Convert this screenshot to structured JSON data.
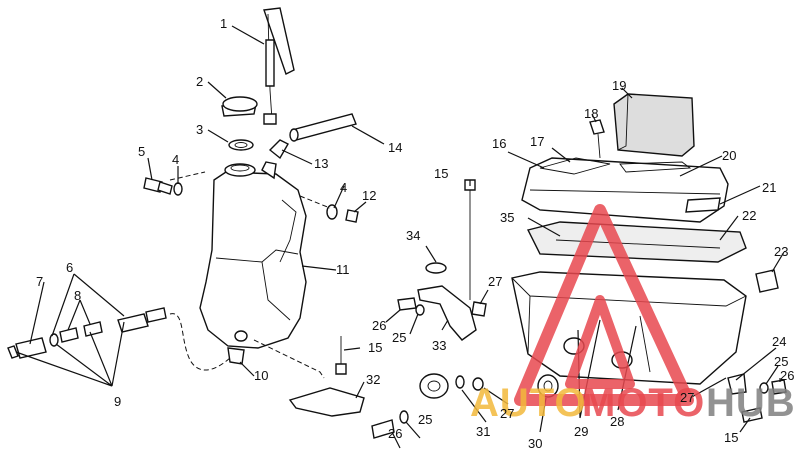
{
  "diagram": {
    "labels": {
      "p1": "1",
      "p2": "2",
      "p3": "3",
      "p4a": "4",
      "p4b": "4",
      "p5": "5",
      "p6": "6",
      "p7": "7",
      "p8": "8",
      "p9": "9",
      "p10": "10",
      "p11": "11",
      "p12": "12",
      "p13": "13",
      "p14": "14",
      "p15a": "15",
      "p15b": "15",
      "p15c": "15",
      "p16": "16",
      "p17": "17",
      "p18": "18",
      "p19": "19",
      "p20": "20",
      "p21": "21",
      "p22": "22",
      "p23": "23",
      "p24": "24",
      "p25a": "25",
      "p25b": "25",
      "p25c": "25",
      "p26a": "26",
      "p26b": "26",
      "p26c": "26",
      "p27a": "27",
      "p27b": "27",
      "p27c": "27",
      "p28": "28",
      "p29": "29",
      "p30": "30",
      "p31": "31",
      "p32": "32",
      "p33": "33",
      "p34": "34",
      "p35": "35"
    }
  },
  "watermark": {
    "part1": "AUTO",
    "part2": "MOTO",
    "part3": "HUB",
    "colors": {
      "red": "#e8484f",
      "orange": "#f3b93c",
      "gray": "#7f7f7f"
    }
  }
}
